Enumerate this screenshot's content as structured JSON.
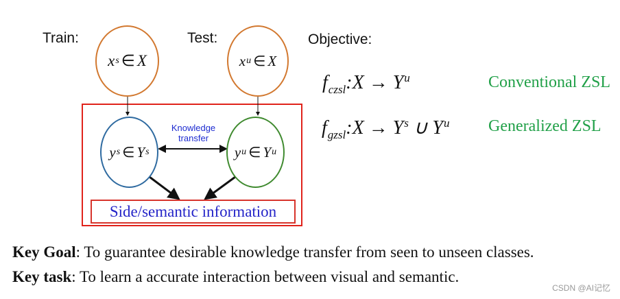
{
  "labels": {
    "train": "Train:",
    "test": "Test:",
    "objective": "Objective:"
  },
  "nodes": {
    "xs": {
      "var": "x",
      "sup": "s",
      "op": "∈",
      "set": "X"
    },
    "xu": {
      "var": "x",
      "sup": "u",
      "op": "∈",
      "set": "X"
    },
    "ys": {
      "var": "y",
      "sup": "s",
      "op": "∈",
      "set": "Y",
      "set_sup": "s"
    },
    "yu": {
      "var": "y",
      "sup": "u",
      "op": "∈",
      "set": "Y",
      "set_sup": "u"
    }
  },
  "knowledge_transfer": {
    "line1": "Knowledge",
    "line2": "transfer"
  },
  "side_info": "Side/semantic information",
  "formulas": {
    "czsl": {
      "f": "f",
      "sub": "czsl",
      "body": ":X → Y",
      "sup": "u"
    },
    "gzsl": {
      "f": "f",
      "sub": "gzsl",
      "body": ":X → Y",
      "sup1": "s",
      "union": " ∪ Y",
      "sup2": "u"
    }
  },
  "objectives": {
    "conventional": "Conventional ZSL",
    "generalized": "Generalized ZSL"
  },
  "notes": {
    "goal_label": "Key Goal",
    "goal_text": ": To guarantee desirable knowledge transfer from seen to unseen classes.",
    "task_label": "Key task",
    "task_text": ": To learn a accurate interaction between visual and semantic."
  },
  "watermark": "CSDN @AI记忆",
  "colors": {
    "orange": "#d2782f",
    "blue": "#2e6aa0",
    "green": "#3f8a2f",
    "red": "#e0221a",
    "zsl_green": "#21a048",
    "side_blue": "#2424c8"
  }
}
